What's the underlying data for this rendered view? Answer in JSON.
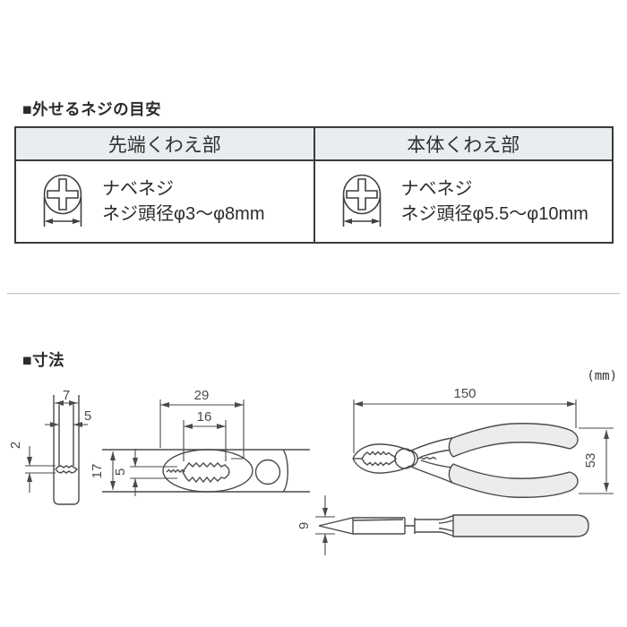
{
  "screw_section": {
    "title": "■外せるネジの目安",
    "columns": [
      {
        "header": "先端くわえ部",
        "screw_type": "ナベネジ",
        "head_diameter": "ネジ頭径φ3〜φ8mm",
        "icon": "phillips-screw-icon"
      },
      {
        "header": "本体くわえ部",
        "screw_type": "ナベネジ",
        "head_diameter": "ネジ頭径φ5.5〜φ10mm",
        "icon": "phillips-screw-icon"
      }
    ]
  },
  "dimensions_section": {
    "title": "■寸法",
    "unit_label": "(mm)",
    "front_view": {
      "head_width": "7",
      "jaw_width": "5",
      "tip_thickness": "2"
    },
    "head_side_view": {
      "jaw_length": "29",
      "serrated_length": "16",
      "head_height": "17",
      "jaw_opening": "5"
    },
    "overall_view": {
      "overall_length": "150",
      "handle_spread": "53"
    },
    "profile_view": {
      "thickness": "9"
    }
  },
  "colors": {
    "line": "#4a4a4a",
    "handle-fill": "#ececec",
    "table-border": "#3b3b3b",
    "header-bg": "#e9edf0",
    "text": "#222222",
    "divider": "#c6c6c6"
  }
}
